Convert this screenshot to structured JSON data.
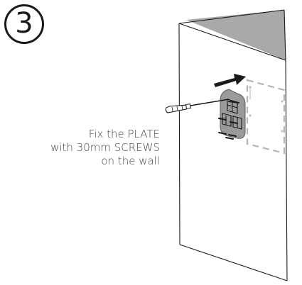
{
  "step": {
    "number": "3"
  },
  "instruction": {
    "lines": [
      "Fix the PLATE",
      "with 30mm SCREWS",
      "on the wall"
    ]
  },
  "colors": {
    "line": "#1a1a1a",
    "plate_fill": "#9a9a9a",
    "shade_fill": "#a8a8a8",
    "dashed_outline": "#b5b5b5",
    "text": "#444444"
  },
  "icons": [
    "screwdriver-icon",
    "arrow-right-icon",
    "screw-icon"
  ]
}
